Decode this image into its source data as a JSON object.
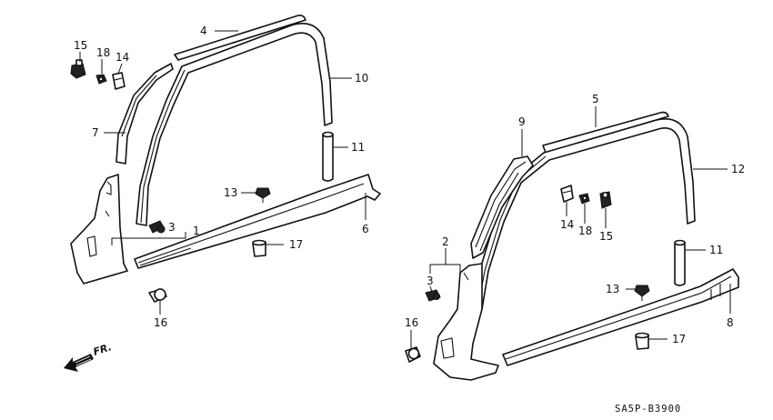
{
  "callouts": {
    "c1": "1",
    "c2": "2",
    "c3a": "3",
    "c3b": "3",
    "c4": "4",
    "c5": "5",
    "c6": "6",
    "c7": "7",
    "c8": "8",
    "c9": "9",
    "c10": "10",
    "c11a": "11",
    "c11b": "11",
    "c12": "12",
    "c13a": "13",
    "c13b": "13",
    "c14a": "14",
    "c14b": "14",
    "c15a": "15",
    "c15b": "15",
    "c16a": "16",
    "c16b": "16",
    "c17a": "17",
    "c17b": "17",
    "c18a": "18",
    "c18b": "18"
  },
  "direction_label": "FR.",
  "diagram_code": "SA5P-B3900",
  "icons": {
    "direction": "front-direction-arrow-icon"
  }
}
